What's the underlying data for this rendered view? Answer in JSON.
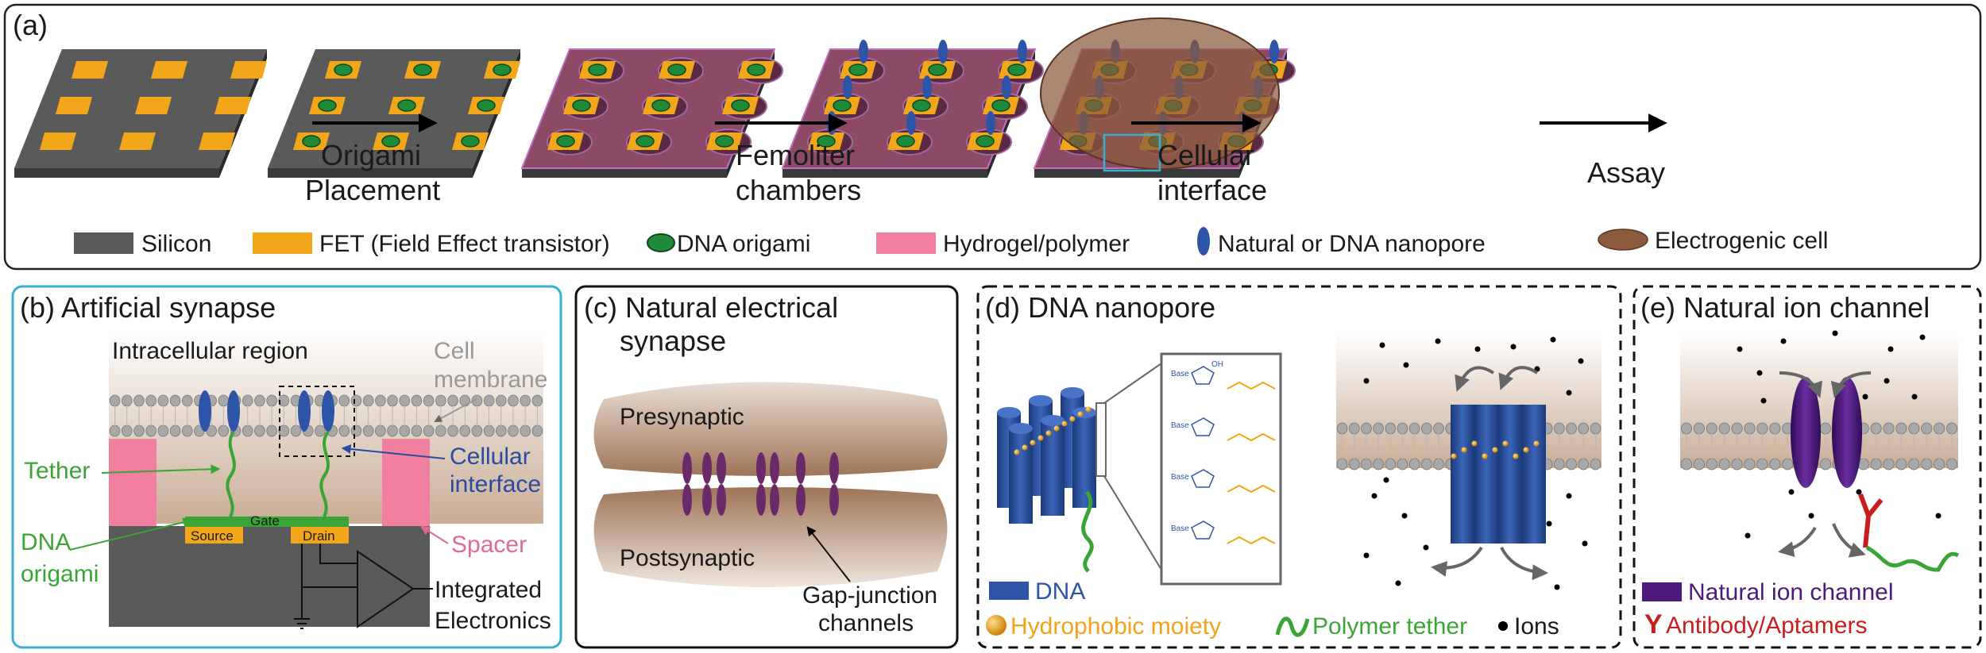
{
  "colors": {
    "silicon": "#5a5a5a",
    "fet": "#f2a71b",
    "origami": "#1e8a3a",
    "hydrogel": "#f07fa0",
    "chamber": "#8a4a6a",
    "nanopore": "#2e54a8",
    "cell": "#8b5a3c",
    "tether": "#3aa536",
    "membrane_head": "#9a9a9a",
    "ion_channel": "#4b1a7a",
    "antibody": "#c81e1e",
    "panel_b_border": "#3ab0cf",
    "cell_membrane_label": "#999999",
    "cellular_interface_label": "#2b4ba0",
    "spacer_label": "#e06a90",
    "tether_label": "#3aa536",
    "hydrophobic_label": "#f2a21b"
  },
  "panel_a": {
    "label": "(a)",
    "steps": [
      {
        "line1": "Origami",
        "line2": "Placement"
      },
      {
        "line1": "Femoliter",
        "line2": "chambers"
      },
      {
        "line1": "Cellular",
        "line2": "interface"
      },
      {
        "line1": "Assay",
        "line2": ""
      }
    ],
    "legend": [
      {
        "key": "silicon",
        "label": "Silicon",
        "icon": "rect-icon"
      },
      {
        "key": "fet",
        "label": "FET (Field Effect transistor)",
        "icon": "rect-icon"
      },
      {
        "key": "origami",
        "label": "DNA origami",
        "icon": "ellipse-icon"
      },
      {
        "key": "hydrogel",
        "label": "Hydrogel/polymer",
        "icon": "rect-icon"
      },
      {
        "key": "nanopore",
        "label": "Natural or DNA nanopore",
        "icon": "ellipse-icon"
      },
      {
        "key": "cell",
        "label": "Electrogenic cell",
        "icon": "ellipse-icon"
      }
    ]
  },
  "panel_b": {
    "title": "(b) Artificial synapse",
    "intracellular": "Intracellular region",
    "cell_membrane_1": "Cell",
    "cell_membrane_2": "membrane",
    "tether": "Tether",
    "cellular_interface_1": "Cellular",
    "cellular_interface_2": "interface",
    "dna_1": "DNA",
    "dna_2": "origami",
    "gate": "Gate",
    "source": "Source",
    "drain": "Drain",
    "spacer": "Spacer",
    "electronics_1": "Integrated",
    "electronics_2": "Electronics"
  },
  "panel_c": {
    "title_1": "(c) Natural electrical",
    "title_2": "synapse",
    "presynaptic": "Presynaptic",
    "postsynaptic": "Postsynaptic",
    "gap_1": "Gap-junction",
    "gap_2": "channels"
  },
  "panel_d": {
    "title": "(d) DNA nanopore",
    "legend_dna": "DNA",
    "legend_hydrophobic": "Hydrophobic moiety",
    "legend_tether": "Polymer tether",
    "legend_ions": "Ions",
    "base": "Base",
    "oh": "OH"
  },
  "panel_e": {
    "title": "(e) Natural ion channel",
    "legend_channel": "Natural ion channel",
    "legend_antibody": "Antibody/Aptamers",
    "antibody_glyph": "Y"
  }
}
